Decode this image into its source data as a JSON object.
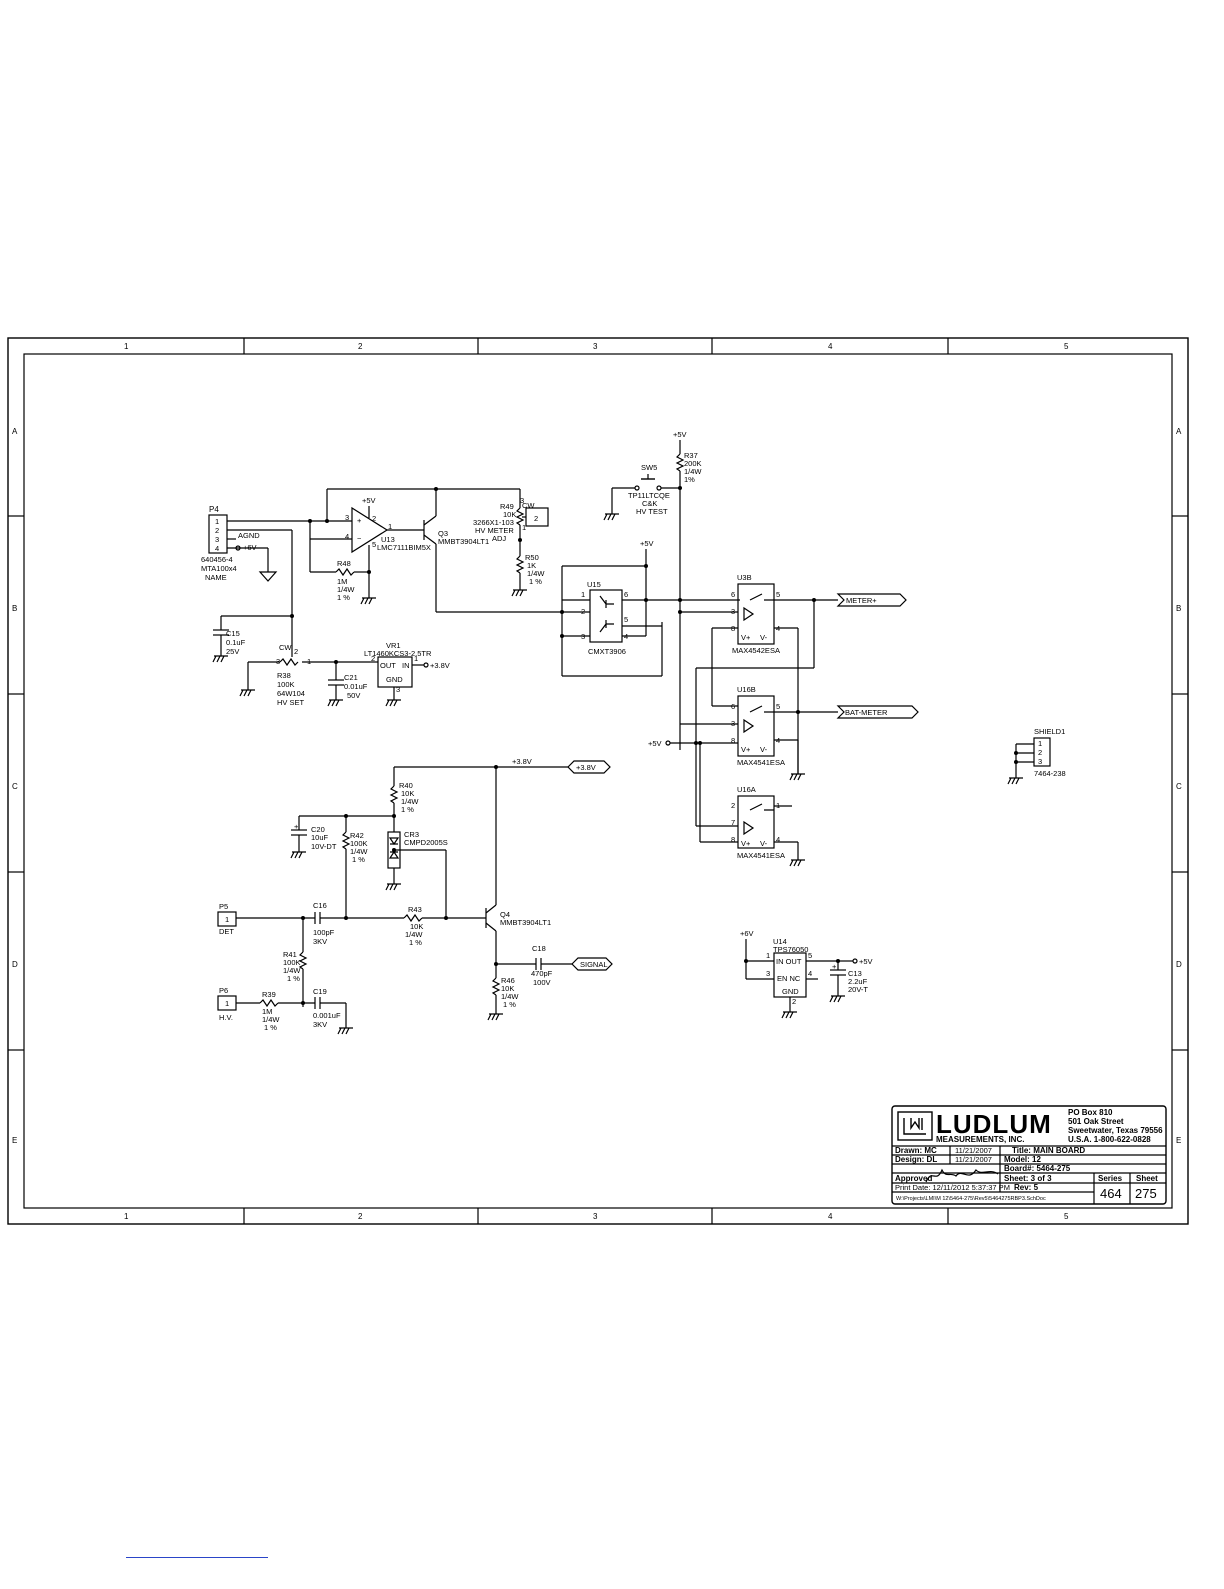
{
  "border": {
    "columns": [
      "1",
      "2",
      "3",
      "4",
      "5"
    ],
    "rows": [
      "A",
      "B",
      "C",
      "D",
      "E"
    ]
  },
  "power": {
    "p5v": "+5V",
    "p6v": "+6V",
    "p38v": "+3.8V",
    "agnd": "AGND"
  },
  "connectors": {
    "p4": {
      "ref": "P4",
      "pins": [
        "1",
        "2",
        "3",
        "4"
      ],
      "part": "640456-4",
      "desc": "MTA100x4",
      "name": "NAME"
    },
    "p5": {
      "ref": "P5",
      "pin": "1",
      "label": "DET"
    },
    "p6": {
      "ref": "P6",
      "pin": "1",
      "label": "H.V."
    },
    "shield": {
      "ref": "SHIELD1",
      "pins": [
        "1",
        "2",
        "3"
      ],
      "part": "7464-238"
    }
  },
  "components": {
    "u13": {
      "ref": "U13",
      "part": "LMC7111BIM5X",
      "pins": [
        "3",
        "4",
        "2",
        "1",
        "5"
      ]
    },
    "q3": {
      "ref": "Q3",
      "part": "MMBT3904LT1"
    },
    "q4": {
      "ref": "Q4",
      "part": "MMBT3904LT1"
    },
    "r48": {
      "ref": "R48",
      "v1": "1M",
      "v2": "1/4W",
      "v3": "1 %"
    },
    "r49": {
      "ref": "R49",
      "v1": "10K",
      "v2": "3266X1-103",
      "v3": "HV METER",
      "v4": "ADJ",
      "cw": "CW",
      "p1": "1",
      "p2": "2",
      "p3": "3"
    },
    "r50": {
      "ref": "R50",
      "v1": "1K",
      "v2": "1/4W",
      "v3": "1 %"
    },
    "r37": {
      "ref": "R37",
      "v1": "200K",
      "v2": "1/4W",
      "v3": "1%"
    },
    "sw5": {
      "ref": "SW5",
      "v1": "TP11LTCQE",
      "v2": "C&K",
      "v3": "HV TEST"
    },
    "c15": {
      "ref": "C15",
      "v1": "0.1uF",
      "v2": "25V"
    },
    "r38": {
      "ref": "R38",
      "v1": "100K",
      "v2": "64W104",
      "v3": "HV SET",
      "cw": "CW",
      "p1": "1",
      "p2": "2",
      "p3": "3"
    },
    "vr1": {
      "ref": "VR1",
      "part": "LT1460KCS3-2.5TR",
      "out": "OUT",
      "in": "IN",
      "gnd": "GND",
      "p1": "1",
      "p2": "2",
      "p3": "3"
    },
    "c21": {
      "ref": "C21",
      "v1": "0.01uF",
      "v2": "50V"
    },
    "u15": {
      "ref": "U15",
      "part": "CMXT3906",
      "pins": [
        "1",
        "2",
        "3",
        "6",
        "5",
        "4"
      ]
    },
    "u3b": {
      "ref": "U3B",
      "part": "MAX4542ESA",
      "pins": [
        "6",
        "3",
        "8",
        "5",
        "4"
      ]
    },
    "u16b": {
      "ref": "U16B",
      "part": "MAX4541ESA",
      "pins": [
        "6",
        "3",
        "8",
        "5",
        "4"
      ]
    },
    "u16a": {
      "ref": "U16A",
      "part": "MAX4541ESA",
      "pins": [
        "2",
        "7",
        "8",
        "1",
        "4"
      ]
    },
    "vplus": "V+",
    "vminus": "V-",
    "r40": {
      "ref": "R40",
      "v1": "10K",
      "v2": "1/4W",
      "v3": "1 %"
    },
    "cr3": {
      "ref": "CR3",
      "part": "CMPD2005S"
    },
    "c20": {
      "ref": "C20",
      "v1": "10uF",
      "v2": "10V-DT"
    },
    "r42": {
      "ref": "R42",
      "v1": "100K",
      "v2": "1/4W",
      "v3": "1 %"
    },
    "c16": {
      "ref": "C16",
      "v1": "100pF",
      "v2": "3KV"
    },
    "r43": {
      "ref": "R43",
      "v1": "10K",
      "v2": "1/4W",
      "v3": "1 %"
    },
    "r41": {
      "ref": "R41",
      "v1": "100K",
      "v2": "1/4W",
      "v3": "1 %"
    },
    "r39": {
      "ref": "R39",
      "v1": "1M",
      "v2": "1/4W",
      "v3": "1 %"
    },
    "c19": {
      "ref": "C19",
      "v1": "0.001uF",
      "v2": "3KV"
    },
    "c18": {
      "ref": "C18",
      "v1": "470pF",
      "v2": "100V"
    },
    "r46": {
      "ref": "R46",
      "v1": "10K",
      "v2": "1/4W",
      "v3": "1 %"
    },
    "u14": {
      "ref": "U14",
      "part": "TPS76050",
      "inout": "IN OUT",
      "ennc": "EN  NC",
      "gnd": "GND",
      "p1": "1",
      "p2": "2",
      "p3": "3",
      "p4": "4",
      "p5": "5"
    },
    "c13": {
      "ref": "C13",
      "v1": "2.2uF",
      "v2": "20V-T"
    }
  },
  "nets": {
    "meter": "METER+",
    "bat": "BAT-METER",
    "p38": "+3.8V",
    "signal": "SIGNAL"
  },
  "title_block": {
    "company": "LUDLUM",
    "subtitle": "MEASUREMENTS, INC.",
    "logo_mark": "LM",
    "address": [
      "PO Box 810",
      "501 Oak Street",
      "Sweetwater, Texas  79556",
      "U.S.A.  1-800-622-0828"
    ],
    "drawn": "Drawn:  MC",
    "drawn_date": "11/21/2007",
    "design": "Design: DL",
    "design_date": "11/21/2007",
    "title": "Title: MAIN BOARD",
    "model": "Model: 12",
    "board": "Board#: 5464-275",
    "approved": "Approved",
    "sheet_label": "Sheet: 3    of   3",
    "series_label": "Series",
    "sheet_col": "Sheet",
    "print_date": "Print Date:  12/11/2012   5:37:37 PM",
    "rev": "Rev:  5",
    "path": "W:\\Projects\\LMI\\M 12\\5464-275\\Rev5\\5464275RBP3.SchDoc",
    "series": "464",
    "sheet": "275"
  }
}
